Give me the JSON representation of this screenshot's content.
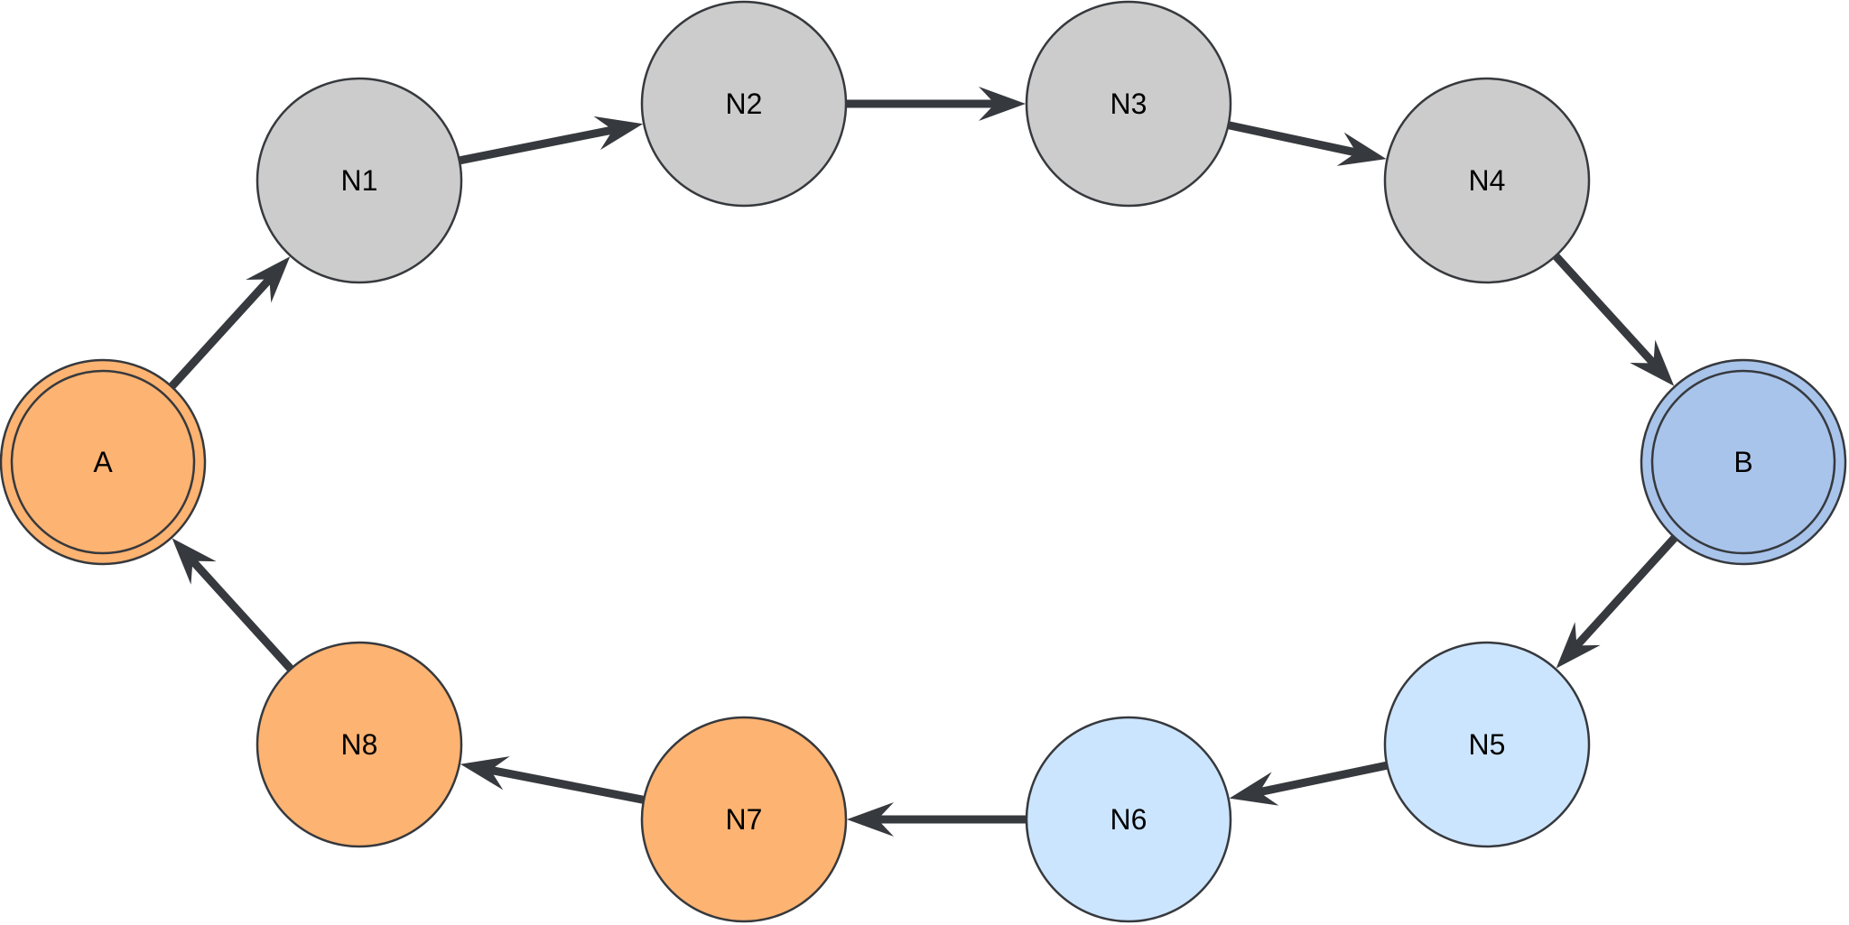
{
  "nodes": [
    {
      "id": "A",
      "label": "A",
      "fill": "#FDB372",
      "double": true
    },
    {
      "id": "N1",
      "label": "N1",
      "fill": "#CCCCCC",
      "double": false
    },
    {
      "id": "N2",
      "label": "N2",
      "fill": "#CCCCCC",
      "double": false
    },
    {
      "id": "N3",
      "label": "N3",
      "fill": "#CCCCCC",
      "double": false
    },
    {
      "id": "N4",
      "label": "N4",
      "fill": "#CCCCCC",
      "double": false
    },
    {
      "id": "B",
      "label": "B",
      "fill": "#A9C4EB",
      "double": true
    },
    {
      "id": "N5",
      "label": "N5",
      "fill": "#CCE5FF",
      "double": false
    },
    {
      "id": "N6",
      "label": "N6",
      "fill": "#CCE5FF",
      "double": false
    },
    {
      "id": "N7",
      "label": "N7",
      "fill": "#FDB372",
      "double": false
    },
    {
      "id": "N8",
      "label": "N8",
      "fill": "#FDB372",
      "double": false
    }
  ],
  "edges": [
    {
      "from": "A",
      "to": "N1"
    },
    {
      "from": "N1",
      "to": "N2"
    },
    {
      "from": "N2",
      "to": "N3"
    },
    {
      "from": "N3",
      "to": "N4"
    },
    {
      "from": "N4",
      "to": "B"
    },
    {
      "from": "B",
      "to": "N5"
    },
    {
      "from": "N5",
      "to": "N6"
    },
    {
      "from": "N6",
      "to": "N7"
    },
    {
      "from": "N7",
      "to": "N8"
    },
    {
      "from": "N8",
      "to": "A"
    }
  ],
  "colors": {
    "node_stroke": "#36393D",
    "edge": "#36393D"
  }
}
